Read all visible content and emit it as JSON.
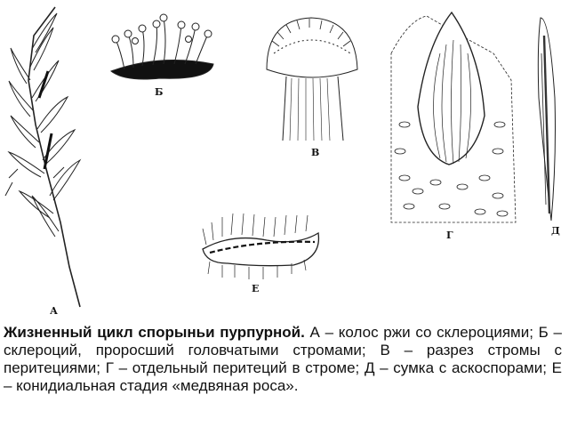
{
  "labels": {
    "a": "А",
    "b": "Б",
    "v": "В",
    "g": "Г",
    "d": "Д",
    "e": "Е"
  },
  "caption": {
    "bold": "Жизненный цикл спорыньи пурпурной.",
    "text": " А – колос ржи со склероциями; Б – склероций, проросший головчатыми стромами; В – разрез стромы с перитециями; Г – отдельный перитеций в строме; Д – сумка с аскоспорами; Е – конидиальная стадия «медвяная роса»."
  }
}
